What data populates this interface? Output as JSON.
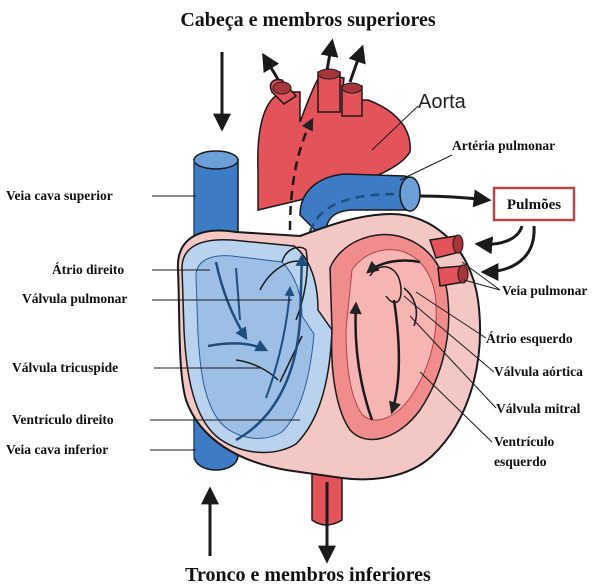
{
  "title_top": "Cabeça e membros superiores",
  "title_bottom": "Tronco e membros inferiores",
  "labels": {
    "aorta": "Aorta",
    "arteria_pulmonar": "Artéria pulmonar",
    "pulmoes": "Pulmões",
    "veia_cava_superior": "Veia cava superior",
    "atrio_direito": "Átrio direito",
    "valvula_pulmonar": "Válvula pulmonar",
    "valvula_tricuspide": "Válvula tricuspide",
    "ventriculo_direito": "Ventrículo direito",
    "veia_cava_inferior": "Veia cava inferior",
    "veia_pulmonar": "Veia pulmonar",
    "atrio_esquerdo": "Átrio esquerdo",
    "valvula_aortica": "Válvula aórtica",
    "valvula_mitral": "Válvula mitral",
    "ventriculo_esquerdo_1": "Ventrículo",
    "ventriculo_esquerdo_2": "esquerdo"
  },
  "colors": {
    "oxygenated": "#e5535a",
    "oxygenated_light": "#f4c4c2",
    "deoxygenated": "#3d7cc4",
    "deoxygenated_light": "#b9d2ee",
    "outline": "#1a1a1a",
    "box_border": "#b5464a",
    "flow_line": "#1e4e7e"
  }
}
